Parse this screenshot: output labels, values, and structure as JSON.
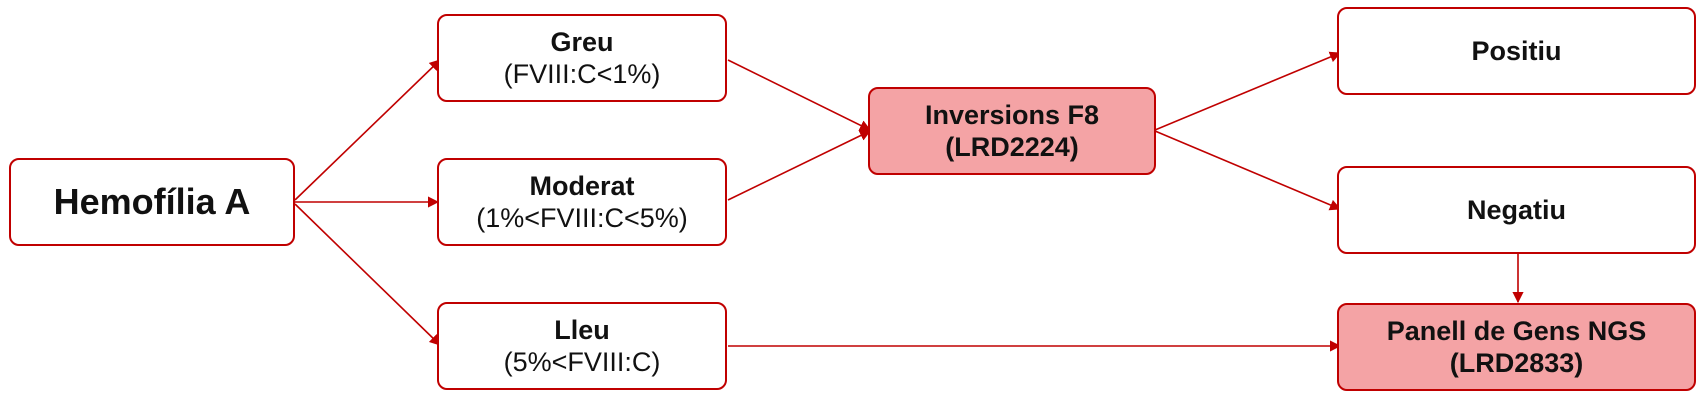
{
  "diagram": {
    "nodes": {
      "hemofilia": {
        "label": "Hemofília A"
      },
      "greu": {
        "label": "Greu",
        "sublabel": "(FVIII:C<1%)"
      },
      "moderat": {
        "label": "Moderat",
        "sublabel": "(1%<FVIII:C<5%)"
      },
      "lleu": {
        "label": "Lleu",
        "sublabel": "(5%<FVIII:C)"
      },
      "inversions": {
        "label": "Inversions F8",
        "sublabel": "(LRD2224)"
      },
      "positiu": {
        "label": "Positiu"
      },
      "negatiu": {
        "label": "Negatiu"
      },
      "panell": {
        "label": "Panell de Gens NGS",
        "sublabel": "(LRD2833)"
      }
    },
    "colors": {
      "border": "#c00000",
      "edge": "#c00000",
      "filled": "#f4a3a5",
      "text": "#111111"
    }
  }
}
